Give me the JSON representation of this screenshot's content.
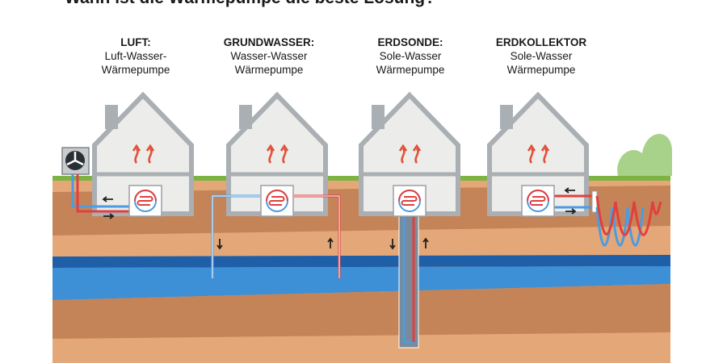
{
  "title": "Wann ist die Wärmepumpe die beste Lösung?",
  "columns": [
    {
      "heading": "LUFT:",
      "line1": "Luft-Wasser-",
      "line2": "Wärmepumpe"
    },
    {
      "heading": "GRUNDWASSER:",
      "line1": "Wasser-Wasser",
      "line2": "Wärmepumpe"
    },
    {
      "heading": "ERDSONDE:",
      "line1": "Sole-Wasser",
      "line2": "Wärmepumpe"
    },
    {
      "heading": "ERDKOLLEKTOR",
      "line1": "Sole-Wasser",
      "line2": "Wärmepumpe"
    }
  ],
  "colors": {
    "house_fill": "#ececea",
    "house_outline": "#a9afb3",
    "grass": "#7cb342",
    "soil_light": "#e4a878",
    "soil_dark": "#c58457",
    "water_dark": "#1f5fa8",
    "water_light": "#3d8fd6",
    "pipe_hot": "#e04040",
    "pipe_cold": "#4d9be0",
    "heat_arrow": "#e2513a",
    "bush": "#a8d28a"
  }
}
